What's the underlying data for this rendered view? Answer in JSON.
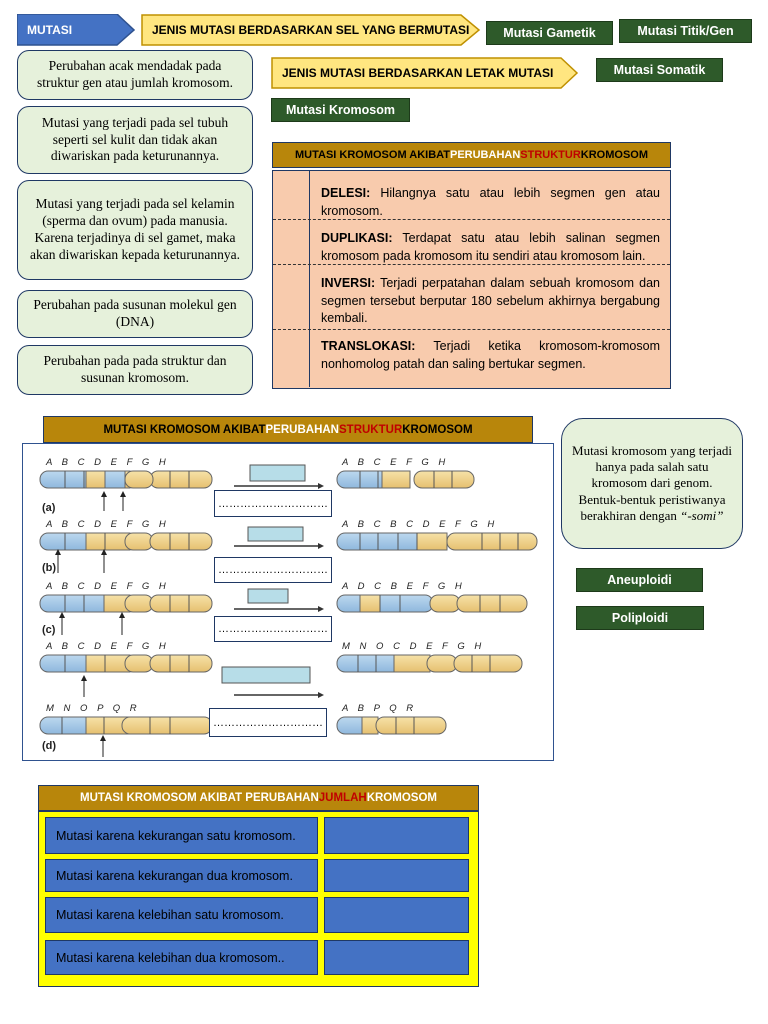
{
  "header": {
    "mutasi_label": "MUTASI",
    "jenis_sel_label": "JENIS MUTASI BERDASARKAN SEL YANG BERMUTASI",
    "jenis_letak_label": "JENIS MUTASI BERDASARKAN LETAK MUTASI"
  },
  "green_buttons": {
    "gametik": "Mutasi Gametik",
    "titik_gen": "Mutasi Titik/Gen",
    "somatik": "Mutasi Somatik",
    "kromosom": "Mutasi Kromosom",
    "aneuploidi": "Aneuploidi",
    "poliploidi": "Poliploidi"
  },
  "definitions": [
    "Perubahan acak mendadak pada struktur gen atau jumlah kromosom.",
    "Mutasi yang terjadi pada sel tubuh seperti sel kulit dan tidak akan diwariskan pada keturunannya.",
    "Mutasi yang terjadi pada sel kelamin (sperma dan ovum) pada manusia. Karena terjadinya di sel gamet, maka akan diwariskan kepada keturunannya.",
    "Perubahan pada susunan molekul gen (DNA)",
    "Perubahan pada pada struktur dan susunan kromosom."
  ],
  "struktur_table": {
    "title_a": "MUTASI KROMOSOM AKIBAT ",
    "title_b": "PERUBAHAN ",
    "title_c": "STRUKTUR",
    "title_d": " KROMOSOM",
    "rows": [
      {
        "term": "DELESI:",
        "desc": " Hilangnya satu atau lebih segmen gen atau kromosom."
      },
      {
        "term": "DUPLIKASI:",
        "desc": " Terdapat satu atau lebih salinan segmen kromosom pada kromosom itu sendiri atau kromosom lain."
      },
      {
        "term": "INVERSI:",
        "desc": " Terjadi perpatahan dalam sebuah kromosom dan segmen tersebut berputar 180 sebelum akhirnya bergabung kembali."
      },
      {
        "term": "TRANSLOKASI:",
        "desc": " Terjadi ketika kromosom-kromosom nonhomolog patah dan saling bertukar segmen."
      }
    ]
  },
  "diagram": {
    "title_a": "MUTASI KROMOSOM AKIBAT ",
    "title_b": "PERUBAHAN ",
    "title_c": "STRUKTUR",
    "title_d": " KROMOSOM",
    "blank": "…………………………",
    "labels": [
      "(a)",
      "(b)",
      "(c)",
      "(d)"
    ],
    "genes_a_in": "A B C D E F G H",
    "genes_a_out": "A B C E F G H",
    "genes_b_in": "A B C D E F G H",
    "genes_b_out": "A B C B C D E F G H",
    "genes_c_in": "A B C D E F G H",
    "genes_c_out": "A D C B E F G H",
    "genes_d1_in": "A B C D E F G H",
    "genes_d1_out": "M N O C D E F G H",
    "genes_d2_in": "M N O P Q R",
    "genes_d2_out": "A B P Q R"
  },
  "somi_note": {
    "text": "Mutasi kromosom yang terjadi hanya pada salah satu kromosom dari genom. Bentuk-bentuk peristiwanya berakhiran dengan ",
    "italic": "“-somi”"
  },
  "jumlah_table": {
    "title_a": "MUTASI KROMOSOM AKIBAT PERUBAHAN ",
    "title_b": "JUMLAH",
    "title_c": " KROMOSOM",
    "rows": [
      "Mutasi karena kekurangan satu kromosom.",
      "Mutasi karena kekurangan dua kromosom.",
      "Mutasi karena kelebihan satu kromosom.",
      "Mutasi karena kelebihan dua kromosom.."
    ]
  },
  "colors": {
    "title_gold": "#b8860b",
    "chevron_yellow": "#ffe680",
    "chevron_blue": "#4472c4",
    "green": "#2e5a2a",
    "card_green": "#e6f1db",
    "salmon": "#f8cbad",
    "yellow": "#ffff00",
    "blue_cell": "#4472c4"
  }
}
